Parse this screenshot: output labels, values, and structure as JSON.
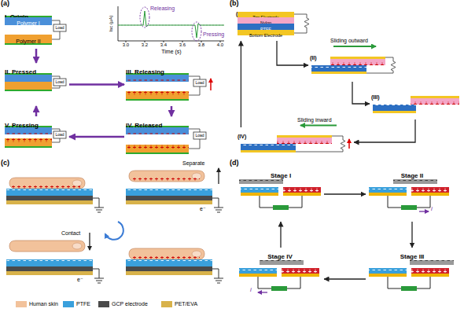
{
  "diagram": {
    "nodes": [
      {
        "text": [
          "I. Origin"
        ]
      },
      {
        "text": [
          "Polymer I"
        ],
        "in": 0
      },
      {
        "text": [
          "Polymer II"
        ],
        "in": 0
      },
      {
        "text": [
          "II. Pressed"
        ]
      },
      {
        "text": [
          "III. Releasing"
        ]
      },
      {
        "text": [
          "IV. Released"
        ]
      },
      {
        "text": [
          "V. Pressing"
        ]
      },
      {
        "text": [
          "(I)"
        ]
      },
      {
        "text": [
          "Top Electrode"
        ],
        "in": 7
      },
      {
        "text": [
          "Nylon"
        ],
        "in": 7
      },
      {
        "text": [
          "PTFE"
        ],
        "in": 7
      },
      {
        "text": [
          "Bottom Electrode"
        ],
        "in": 7
      },
      {
        "text": [
          "(II)"
        ]
      },
      {
        "text": [
          "(III)"
        ]
      },
      {
        "text": [
          "(IV)"
        ]
      },
      {
        "text": [
          "Stage I"
        ]
      },
      {
        "text": [
          "Stage II"
        ]
      },
      {
        "text": [
          "Stage III"
        ]
      },
      {
        "text": [
          "Stage IV"
        ]
      }
    ],
    "edges": [
      {
        "from": 0,
        "to": 3,
        "arrow": "to"
      },
      {
        "from": 3,
        "to": 4,
        "arrow": "to"
      },
      {
        "from": 4,
        "to": 5,
        "arrow": "to"
      },
      {
        "from": 5,
        "to": 6,
        "arrow": "to"
      },
      {
        "from": 6,
        "to": 3,
        "arrow": "to"
      },
      {
        "from": 7,
        "to": 12,
        "arrow": "to"
      },
      {
        "from": 12,
        "to": 13,
        "arrow": "to"
      },
      {
        "from": 13,
        "to": 14,
        "arrow": "to"
      },
      {
        "from": 14,
        "to": 7,
        "arrow": "to"
      },
      {
        "from": 15,
        "to": 16,
        "arrow": "to"
      },
      {
        "from": 16,
        "to": 17,
        "arrow": "to"
      },
      {
        "from": 17,
        "to": 18,
        "arrow": "to"
      },
      {
        "from": 18,
        "to": 15,
        "arrow": "to"
      }
    ],
    "labels": [
      "(a)",
      "(b)",
      "(c)",
      "(d)",
      "Releasing",
      "Pressing",
      "3.0",
      "3.2",
      "3.4",
      "3.6",
      "3.8",
      "4.0",
      "Time (s)",
      "Isc (μA)",
      "Load",
      "Load",
      "Load",
      "Load",
      "Load",
      "Sliding outward",
      "Sliding inward",
      "Separate",
      "Contact",
      "e⁻",
      "e⁻",
      "i",
      "i"
    ],
    "legend": [
      {
        "text": "Human skin",
        "color": "#f2c29b"
      },
      {
        "text": "PTFE",
        "color": "#3aa0dc"
      },
      {
        "text": "GCP electrode",
        "color": "#4a4a4a"
      },
      {
        "text": "PET/EVA",
        "color": "#d8b24a"
      }
    ]
  }
}
